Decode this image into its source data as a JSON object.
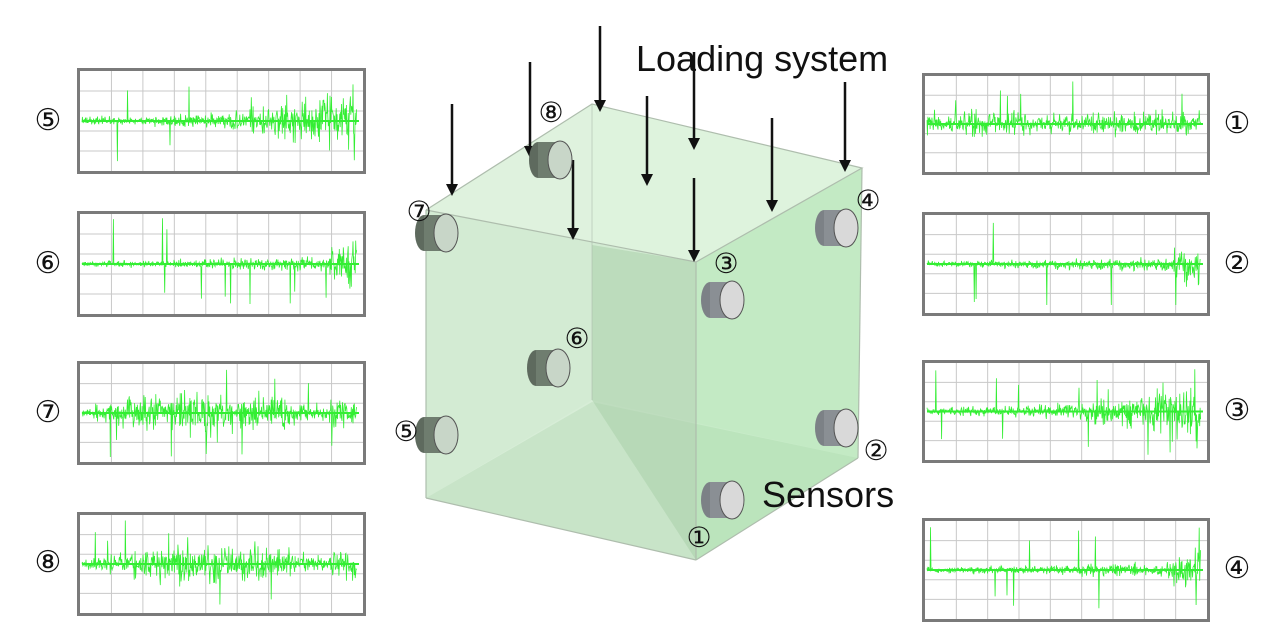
{
  "labels": {
    "loading_system": "Loading system",
    "sensors": "Sensors"
  },
  "sensor_numbers": [
    "①",
    "②",
    "③",
    "④",
    "⑤",
    "⑥",
    "⑦",
    "⑧"
  ],
  "signal_panels": [
    {
      "id": "5",
      "label": "⑤",
      "side": "left",
      "profile": "rising-burst"
    },
    {
      "id": "6",
      "label": "⑥",
      "side": "left",
      "profile": "quiet-spike-end"
    },
    {
      "id": "7",
      "label": "⑦",
      "side": "left",
      "profile": "swell"
    },
    {
      "id": "8",
      "label": "⑧",
      "side": "left",
      "profile": "swell"
    },
    {
      "id": "1",
      "label": "①",
      "side": "right",
      "profile": "steady"
    },
    {
      "id": "2",
      "label": "②",
      "side": "right",
      "profile": "quiet-spike-end"
    },
    {
      "id": "3",
      "label": "③",
      "side": "right",
      "profile": "rising-burst"
    },
    {
      "id": "4",
      "label": "④",
      "side": "right",
      "profile": "quiet-spike-end"
    }
  ],
  "colors": {
    "waveform": "#33ee33",
    "panel_border": "#7a7a7a",
    "grid": "#c8c8c8",
    "cube_face": "#bfe8c0",
    "cube_edge": "#aebdad",
    "sensor_body": "#d9d9d9",
    "arrow": "#111111"
  }
}
